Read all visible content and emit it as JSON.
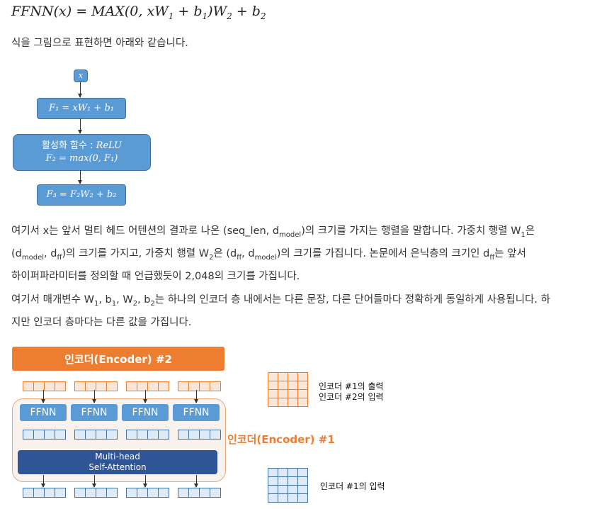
{
  "formula": {
    "lhs": "FFNN(x)",
    "eq": " = ",
    "rhs_prefix": "MAX(0, xW",
    "sub1": "1",
    "rhs_mid1": " + b",
    "sub2": "1",
    "rhs_mid2": ")W",
    "sub3": "2",
    "rhs_mid3": " + b",
    "sub4": "2"
  },
  "intro": "식을 그림으로 표현하면 아래와 같습니다.",
  "flow": {
    "input": "x",
    "box1": "F₁ = xW₁ + b₁",
    "box2_line1": "활성화 함수 : ",
    "box2_relu": "ReLU",
    "box2_line2": "F₂ = max(0, F₁)",
    "box3": "F₃ = F₂W₂ + b₂"
  },
  "para1": [
    "여기서 x는 앞서 멀티 헤드 어텐션의 결과로 나온 (seq_len, d",
    "model",
    ")의 크기를 가지는 행렬을 말합니다. 가중치 행렬 W",
    "1",
    "은"
  ],
  "para1_line2": [
    "(d",
    "model",
    ", d",
    "ff",
    ")의 크기를 가지고, 가중치 행렬 W",
    "2",
    "은 (d",
    "ff",
    ", d",
    "model",
    ")의 크기를 가집니다. 논문에서 은닉층의 크기인 d",
    "ff",
    "는 앞서"
  ],
  "para1_line3": "하이퍼파라미터를 정의할 때 언급했듯이 2,048의 크기를 가집니다.",
  "para2_line1": [
    "여기서 매개변수 W",
    "1",
    ", b",
    "1",
    ", W",
    "2",
    ", b",
    "2",
    "는 하나의 인코더 층 내에서는 다른 문장, 다른 단어들마다 정확하게 동일하게 사용됩니다. 하"
  ],
  "para2_line2": "지만 인코더 층마다는 다른 값을 가집니다.",
  "diagram": {
    "encoder2": "인코더(Encoder) #2",
    "encoder1": "인코더(Encoder) #1",
    "ffnn": [
      "FFNN",
      "FFNN",
      "FFNN",
      "FFNN"
    ],
    "mha_line1": "Multi-head",
    "mha_line2": "Self-Attention",
    "legend_top_line1": "인코더 #1의 출력",
    "legend_top_line2": "인코더 #2의 입력",
    "legend_bottom": "인코더 #1의 입력"
  },
  "colors": {
    "orange": "#ed7d31",
    "blue": "#5b9bd5",
    "dark_blue": "#2f5597"
  }
}
